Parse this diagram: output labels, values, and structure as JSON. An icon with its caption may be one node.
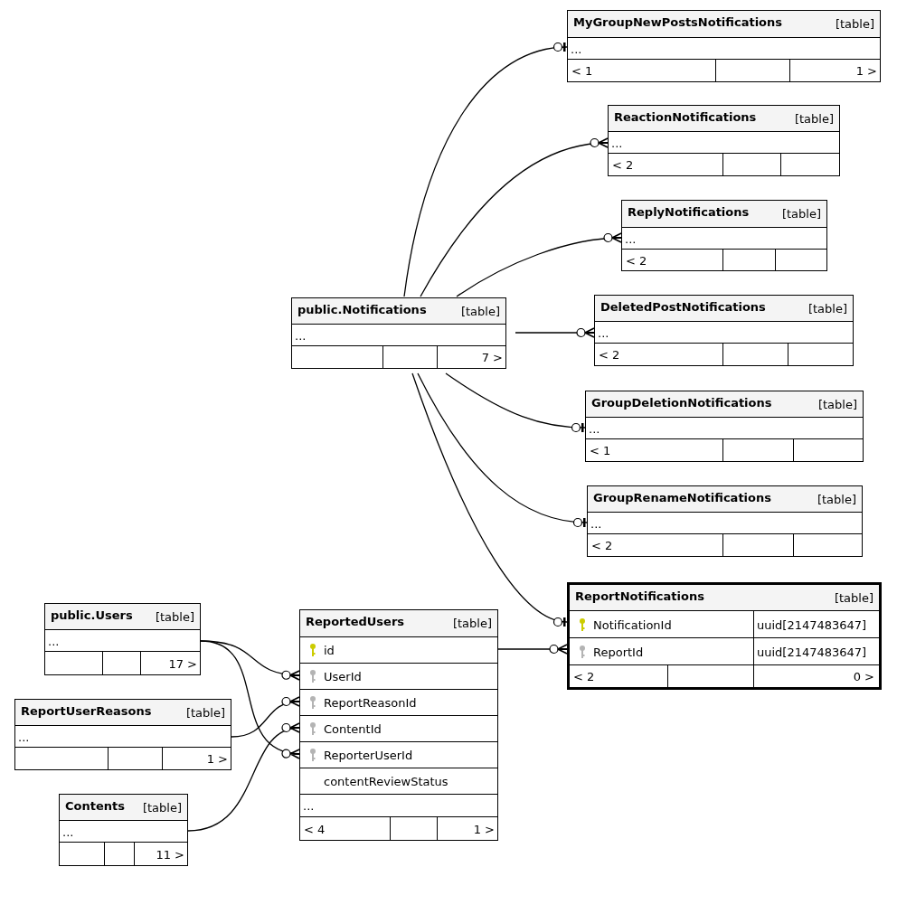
{
  "diagram": {
    "nodes": [
      {
        "text": [
          "MyGroupNewPostsNotifications",
          "[table]",
          "...",
          "< 1",
          "1 >"
        ]
      },
      {
        "text": [
          "ReactionNotifications",
          "[table]",
          "...",
          "< 2"
        ]
      },
      {
        "text": [
          "ReplyNotifications",
          "[table]",
          "...",
          "< 2"
        ]
      },
      {
        "text": [
          "DeletedPostNotifications",
          "[table]",
          "...",
          "< 2"
        ]
      },
      {
        "text": [
          "public.Notifications",
          "[table]",
          "...",
          "7 >"
        ]
      },
      {
        "text": [
          "GroupDeletionNotifications",
          "[table]",
          "...",
          "< 1"
        ]
      },
      {
        "text": [
          "GroupRenameNotifications",
          "[table]",
          "...",
          "< 2"
        ]
      },
      {
        "text": [
          "ReportNotifications",
          "[table]",
          "NotificationId",
          "uuid[2147483647]",
          "ReportId",
          "uuid[2147483647]",
          "< 2",
          "0 >"
        ]
      },
      {
        "text": [
          "public.Users",
          "[table]",
          "...",
          "17 >"
        ]
      },
      {
        "text": [
          "ReportedUsers",
          "[table]",
          "id",
          "UserId",
          "ReportReasonId",
          "ContentId",
          "ReporterUserId",
          "contentReviewStatus",
          "...",
          "< 4",
          "1 >"
        ]
      },
      {
        "text": [
          "ReportUserReasons",
          "[table]",
          "...",
          "1 >"
        ]
      },
      {
        "text": [
          "Contents",
          "[table]",
          "...",
          "11 >"
        ]
      }
    ],
    "edges": [
      {
        "from": 4,
        "to": 0,
        "arrow": "other"
      },
      {
        "from": 4,
        "to": 1,
        "arrow": "other"
      },
      {
        "from": 4,
        "to": 2,
        "arrow": "other"
      },
      {
        "from": 4,
        "to": 3,
        "arrow": "other"
      },
      {
        "from": 4,
        "to": 5,
        "arrow": "other"
      },
      {
        "from": 4,
        "to": 6,
        "arrow": "other"
      },
      {
        "from": 4,
        "to": 7,
        "arrow": "other"
      },
      {
        "from": 9,
        "to": 7,
        "arrow": "other"
      },
      {
        "from": 8,
        "to": 9,
        "arrow": "other"
      },
      {
        "from": 10,
        "to": 9,
        "arrow": "other"
      },
      {
        "from": 11,
        "to": 9,
        "arrow": "other"
      },
      {
        "from": 8,
        "to": 9,
        "arrow": "other"
      }
    ]
  }
}
